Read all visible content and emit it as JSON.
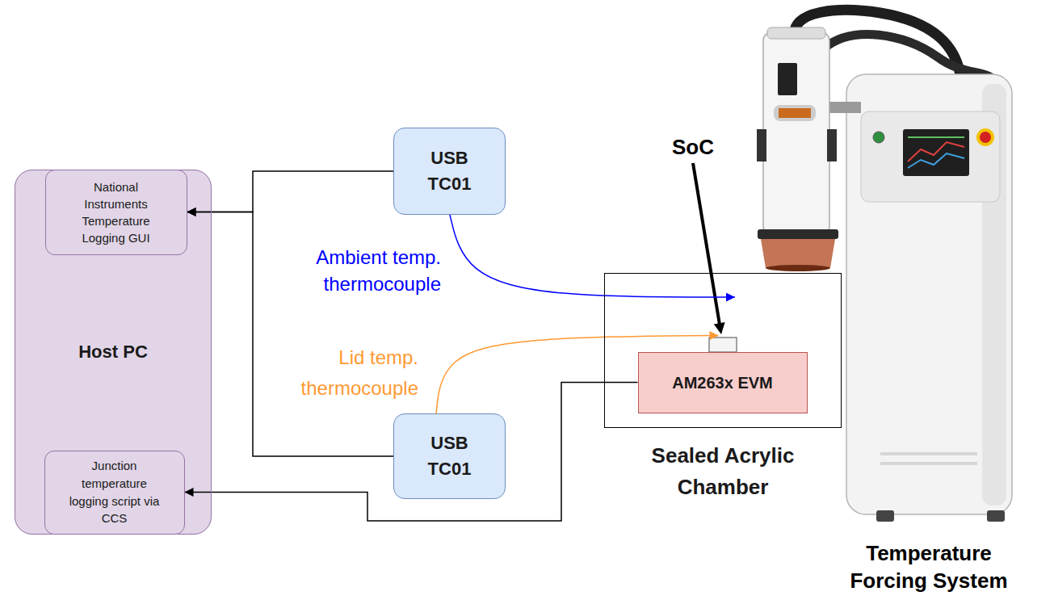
{
  "diagram": {
    "nodes": [
      {
        "text": [
          "Host PC"
        ]
      },
      {
        "text": [
          "National Instruments Temperature Logging GUI"
        ],
        "in": 0
      },
      {
        "text": [
          "Junction temperature logging script via CCS"
        ],
        "in": 0
      },
      {
        "text": [
          "USB TC01"
        ]
      },
      {
        "text": [
          "USB TC01"
        ]
      },
      {
        "text": [
          "Sealed Acrylic Chamber"
        ]
      },
      {
        "text": [
          "AM263x EVM"
        ],
        "in": 5
      }
    ],
    "edges": [
      {
        "from": 3,
        "to": 1,
        "arrow": "to"
      },
      {
        "from": 4,
        "to": 1,
        "arrow": "to"
      },
      {
        "from": 3,
        "to": 5,
        "label": "Ambient temp. thermocouple",
        "arrow": "to"
      },
      {
        "from": 4,
        "to": 6,
        "label": "Lid temp. thermocouple",
        "arrow": "to"
      },
      {
        "from": 6,
        "to": 2,
        "arrow": "to"
      }
    ],
    "labels": [
      "SoC",
      "Temperature Forcing System"
    ]
  }
}
